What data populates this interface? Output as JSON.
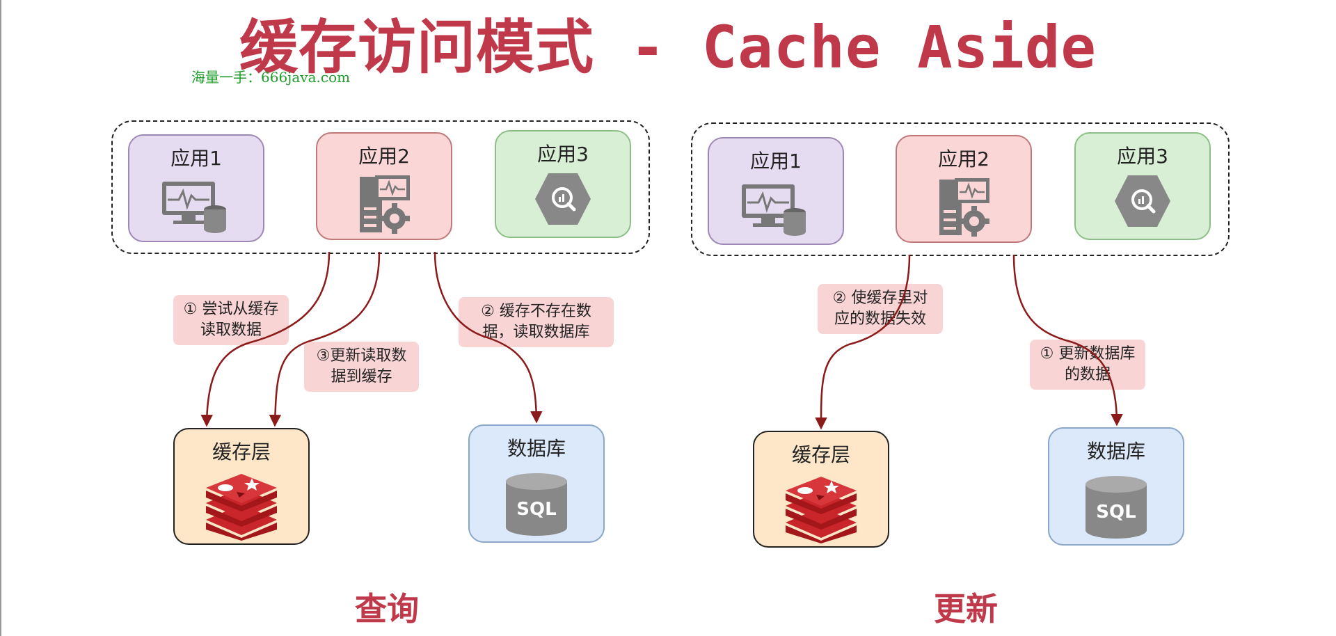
{
  "title": "缓存访问模式 - Cache Aside",
  "watermark": "海量一手：666java.com",
  "colors": {
    "accent": "#c0394a",
    "arrow": "#8b1a1a",
    "app1_fill": "#e6dcf2",
    "app2_fill": "#fbd6d6",
    "app3_fill": "#d9efd5",
    "cache_fill": "#fde7c8",
    "db_fill": "#dce9fa",
    "note_fill": "#f9d4d4"
  },
  "left": {
    "section": "查询",
    "apps": [
      {
        "label": "应用1",
        "icon": "monitor-database-icon"
      },
      {
        "label": "应用2",
        "icon": "server-gear-icon"
      },
      {
        "label": "应用3",
        "icon": "hexagon-search-icon"
      }
    ],
    "cache_label": "缓存层",
    "db_label": "数据库",
    "notes": {
      "step1": "① 尝试从缓存\n读取数据",
      "step2": "② 缓存不存在数\n据，读取数据库",
      "step3": "③更新读取数\n据到缓存"
    }
  },
  "right": {
    "section": "更新",
    "apps": [
      {
        "label": "应用1",
        "icon": "monitor-database-icon"
      },
      {
        "label": "应用2",
        "icon": "server-gear-icon"
      },
      {
        "label": "应用3",
        "icon": "hexagon-search-icon"
      }
    ],
    "cache_label": "缓存层",
    "db_label": "数据库",
    "notes": {
      "step1": "① 更新数据库\n的数据",
      "step2": "② 使缓存里对\n应的数据失效"
    }
  },
  "db_icon_text": "SQL"
}
